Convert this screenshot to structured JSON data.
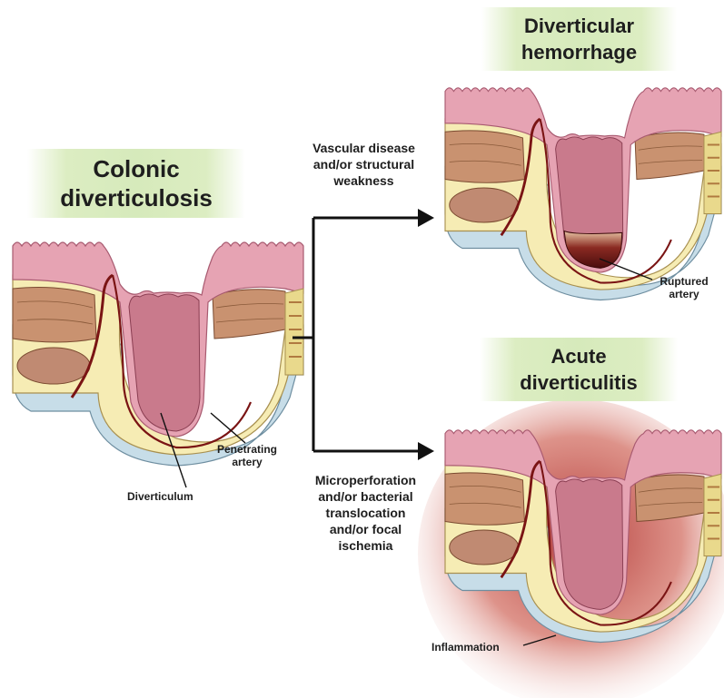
{
  "titles": {
    "colonic": [
      "Colonic",
      "diverticulosis"
    ],
    "hemorrhage": [
      "Diverticular",
      "hemorrhage"
    ],
    "acute": [
      "Acute",
      "diverticulitis"
    ]
  },
  "arrows": {
    "top_label": [
      "Vascular disease",
      "and/or structural",
      "weakness"
    ],
    "bottom_label": [
      "Microperforation",
      "and/or bacterial",
      "translocation",
      "and/or focal",
      "ischemia"
    ]
  },
  "labels": {
    "diverticulum": "Diverticulum",
    "penetrating_artery": [
      "Penetrating",
      "artery"
    ],
    "ruptured_artery": [
      "Ruptured",
      "artery"
    ],
    "inflammation": "Inflammation"
  },
  "colors": {
    "mucosa": "#e6a3b3",
    "mucosa_edge": "#a85a70",
    "submucosa": "#f6ecb4",
    "muscle": "#c99270",
    "serosa": "#c7dde8",
    "artery": "#7a1414",
    "title_bg": "#d6eabb",
    "inflammation": "#a31818"
  }
}
